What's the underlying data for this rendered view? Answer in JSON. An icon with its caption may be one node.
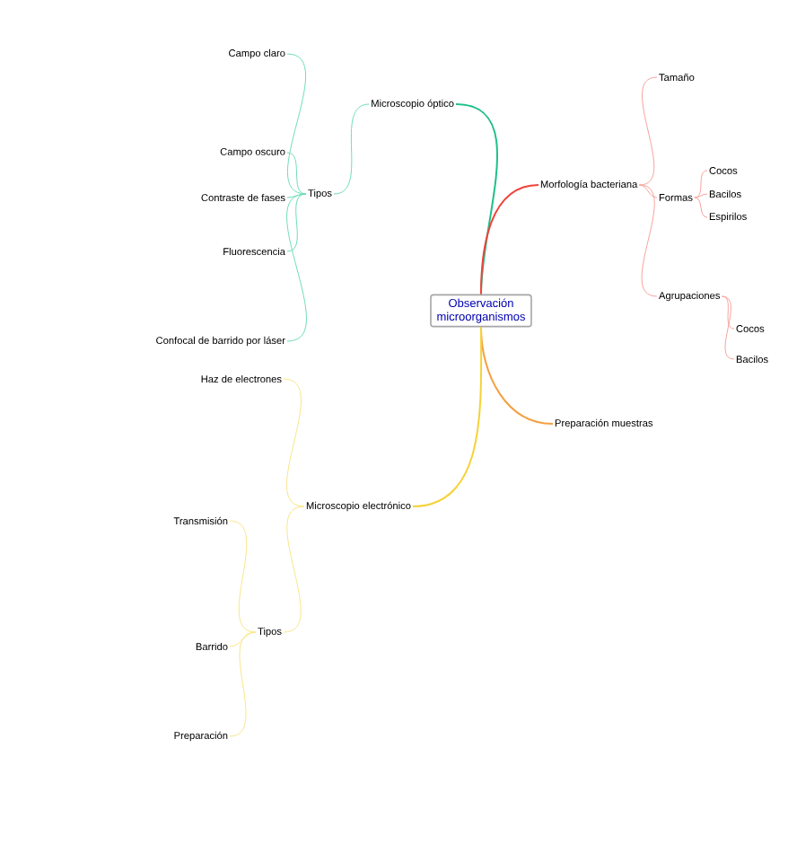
{
  "diagram": {
    "nodes": [
      {
        "text": [
          "Observación microorganismos"
        ]
      },
      {
        "text": [
          "Microscopio óptico"
        ]
      },
      {
        "text": [
          "Tipos"
        ]
      },
      {
        "text": [
          "Campo claro"
        ]
      },
      {
        "text": [
          "Campo oscuro"
        ]
      },
      {
        "text": [
          "Contraste de fases"
        ]
      },
      {
        "text": [
          "Fluorescencia"
        ]
      },
      {
        "text": [
          "Confocal de barrido por láser"
        ]
      },
      {
        "text": [
          "Morfología bacteriana"
        ]
      },
      {
        "text": [
          "Tamaño"
        ]
      },
      {
        "text": [
          "Formas"
        ]
      },
      {
        "text": [
          "Agrupaciones"
        ]
      },
      {
        "text": [
          "Cocos"
        ]
      },
      {
        "text": [
          "Bacilos"
        ]
      },
      {
        "text": [
          "Espirilos"
        ]
      },
      {
        "text": [
          "Cocos"
        ]
      },
      {
        "text": [
          "Bacilos"
        ]
      },
      {
        "text": [
          "Preparación muestras"
        ]
      },
      {
        "text": [
          "Microscopio electrónico"
        ]
      },
      {
        "text": [
          "Haz de electrones"
        ]
      },
      {
        "text": [
          "Tipos"
        ]
      },
      {
        "text": [
          "Transmisión"
        ]
      },
      {
        "text": [
          "Barrido"
        ]
      },
      {
        "text": [
          "Preparación"
        ]
      }
    ],
    "edges": [
      {
        "from": 0,
        "to": 1,
        "arrow": "none",
        "color": "#1fbf8a"
      },
      {
        "from": 1,
        "to": 2,
        "arrow": "none",
        "color": "#6fdcb8"
      },
      {
        "from": 2,
        "to": 3,
        "arrow": "none",
        "color": "#6fdcb8"
      },
      {
        "from": 2,
        "to": 4,
        "arrow": "none",
        "color": "#6fdcb8"
      },
      {
        "from": 2,
        "to": 5,
        "arrow": "none",
        "color": "#6fdcb8"
      },
      {
        "from": 2,
        "to": 6,
        "arrow": "none",
        "color": "#6fdcb8"
      },
      {
        "from": 2,
        "to": 7,
        "arrow": "none",
        "color": "#6fdcb8"
      },
      {
        "from": 0,
        "to": 8,
        "arrow": "none",
        "color": "#f0433a"
      },
      {
        "from": 8,
        "to": 9,
        "arrow": "none",
        "color": "#f7a29c"
      },
      {
        "from": 8,
        "to": 10,
        "arrow": "none",
        "color": "#f7a29c"
      },
      {
        "from": 8,
        "to": 11,
        "arrow": "none",
        "color": "#f7a29c"
      },
      {
        "from": 10,
        "to": 12,
        "arrow": "none",
        "color": "#f7a29c"
      },
      {
        "from": 10,
        "to": 13,
        "arrow": "none",
        "color": "#f7a29c"
      },
      {
        "from": 10,
        "to": 14,
        "arrow": "none",
        "color": "#f7a29c"
      },
      {
        "from": 11,
        "to": 15,
        "arrow": "none",
        "color": "#f7a29c"
      },
      {
        "from": 11,
        "to": 16,
        "arrow": "none",
        "color": "#f7a29c"
      },
      {
        "from": 0,
        "to": 17,
        "arrow": "none",
        "color": "#f5a040"
      },
      {
        "from": 0,
        "to": 18,
        "arrow": "none",
        "color": "#f5d23a"
      },
      {
        "from": 18,
        "to": 19,
        "arrow": "none",
        "color": "#f8e58a"
      },
      {
        "from": 18,
        "to": 20,
        "arrow": "none",
        "color": "#f8e58a"
      },
      {
        "from": 20,
        "to": 21,
        "arrow": "none",
        "color": "#f8e58a"
      },
      {
        "from": 20,
        "to": 22,
        "arrow": "none",
        "color": "#f8e58a"
      },
      {
        "from": 20,
        "to": 23,
        "arrow": "none",
        "color": "#f8e58a"
      }
    ]
  }
}
